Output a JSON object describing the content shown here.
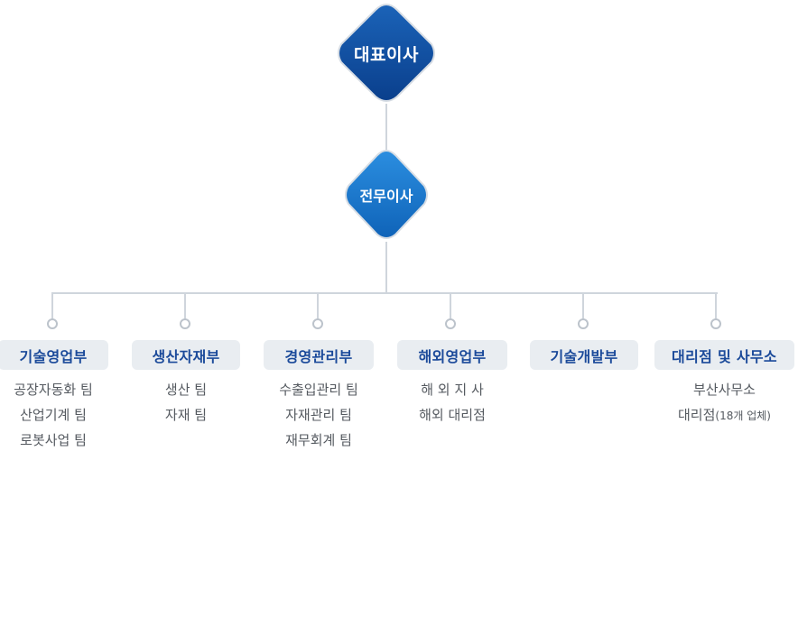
{
  "top": {
    "ceo": "대표이사",
    "managing_director": "전무이사"
  },
  "colors": {
    "ceo": "#0d4fa3",
    "md": "#1577cf",
    "dept_text": "#1b4a9a",
    "pill_bg": "#e9edf1",
    "line": "#cfd5dc"
  },
  "departments": [
    {
      "name": "기술영업부",
      "teams": [
        "공장자동화 팀",
        "산업기계 팀",
        "로봇사업 팀"
      ]
    },
    {
      "name": "생산자재부",
      "teams": [
        "생산 팀",
        "자재 팀"
      ]
    },
    {
      "name": "경영관리부",
      "teams": [
        "수출입관리 팀",
        "자재관리 팀",
        "재무회계 팀"
      ]
    },
    {
      "name": "해외영업부",
      "teams": [
        "해 외 지 사",
        "해외 대리점"
      ]
    },
    {
      "name": "기술개발부",
      "teams": []
    },
    {
      "name": "대리점 및 사무소",
      "teams": [
        "부산사무소",
        "대리점"
      ],
      "note": "(18개 업체)"
    }
  ]
}
